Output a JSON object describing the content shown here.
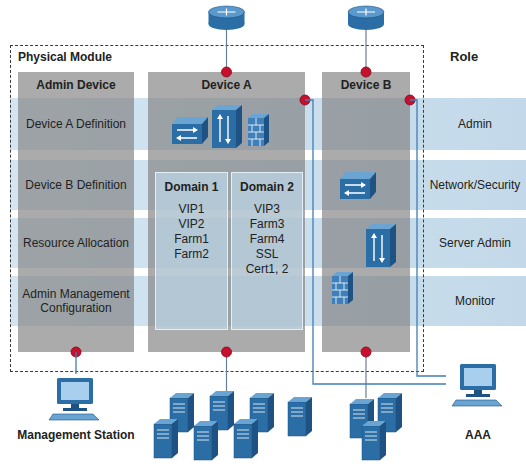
{
  "diagram": {
    "nodes": [
      {
        "text": [
          "Physical Module"
        ]
      },
      {
        "text": [
          "Admin Device",
          "Device A Definition",
          "Device B Definition",
          "Resource Allocation",
          "Admin Management Configuration"
        ],
        "in": 0
      },
      {
        "text": [
          "Device A"
        ],
        "in": 0
      },
      {
        "text": [
          "Domain 1",
          "VIP1",
          "VIP2",
          "Farm1",
          "Farm2"
        ],
        "in": 2
      },
      {
        "text": [
          "Domain 2",
          "VIP3",
          "Farm3",
          "Farm4",
          "SSL",
          "Cert1, 2"
        ],
        "in": 2
      },
      {
        "text": [
          "Device B"
        ],
        "in": 0
      },
      {
        "text": [
          "Admin"
        ]
      },
      {
        "text": [
          "Network/Security"
        ]
      },
      {
        "text": [
          "Server Admin"
        ]
      },
      {
        "text": [
          "Monitor"
        ]
      },
      {
        "text": [
          "Management Station"
        ]
      },
      {
        "text": [
          "AAA"
        ]
      }
    ],
    "edges": [
      {
        "from": 1,
        "to": 10,
        "arrow": "none"
      },
      {
        "from": 2,
        "to": 11,
        "arrow": "none"
      },
      {
        "from": 5,
        "to": 11,
        "arrow": "none"
      }
    ],
    "labels": [
      "Role"
    ]
  }
}
